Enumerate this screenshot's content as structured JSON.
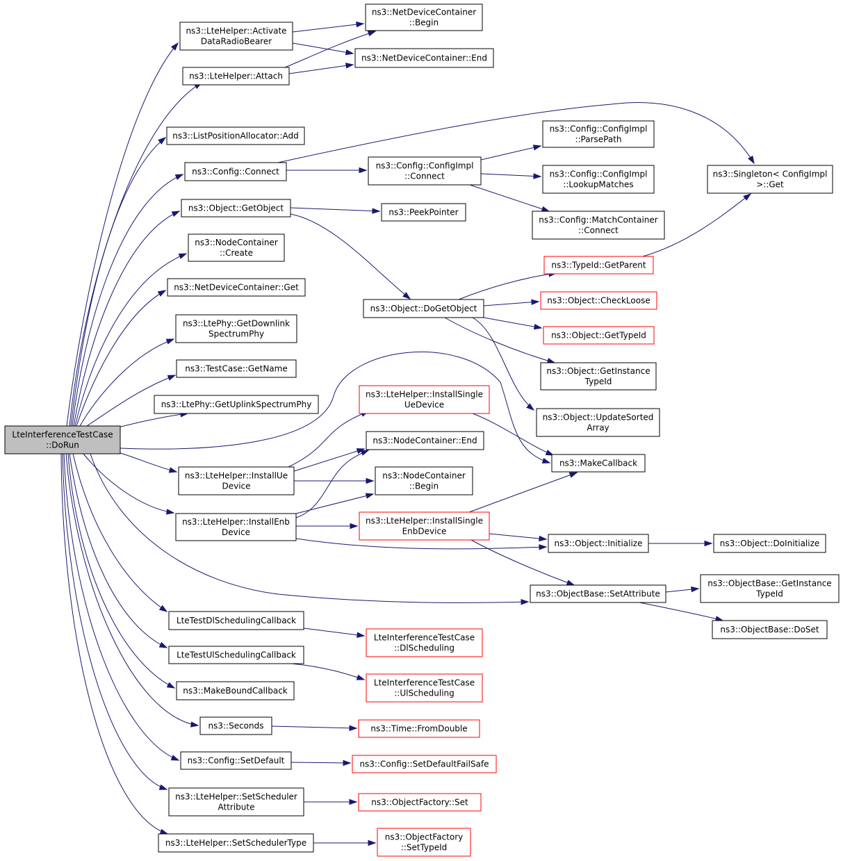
{
  "colors": {
    "edge": "#191970",
    "root_fill": "#bfbfbf",
    "normal_border": "#000000",
    "red_border": "#ff0000"
  },
  "nodes": [
    {
      "id": "root",
      "lines": [
        "LteInterferenceTestCase",
        "::DoRun"
      ],
      "style": "root"
    },
    {
      "id": "activate",
      "lines": [
        "ns3::LteHelper::Activate",
        "DataRadioBearer"
      ]
    },
    {
      "id": "attach",
      "lines": [
        "ns3::LteHelper::Attach"
      ]
    },
    {
      "id": "ndcbegin",
      "lines": [
        "ns3::NetDeviceContainer",
        "::Begin"
      ]
    },
    {
      "id": "ndcend",
      "lines": [
        "ns3::NetDeviceContainer::End"
      ]
    },
    {
      "id": "lpaadd",
      "lines": [
        "ns3::ListPositionAllocator::Add"
      ]
    },
    {
      "id": "cfgconnect",
      "lines": [
        "ns3::Config::Connect"
      ]
    },
    {
      "id": "cfgimplconnect",
      "lines": [
        "ns3::Config::ConfigImpl",
        "::Connect"
      ]
    },
    {
      "id": "parsepath",
      "lines": [
        "ns3::Config::ConfigImpl",
        "::ParsePath"
      ]
    },
    {
      "id": "lookupmatches",
      "lines": [
        "ns3::Config::ConfigImpl",
        "::LookupMatches"
      ]
    },
    {
      "id": "matchconnect",
      "lines": [
        "ns3::Config::MatchContainer",
        "::Connect"
      ]
    },
    {
      "id": "singleton",
      "lines": [
        "ns3::Singleton< ConfigImpl",
        ">::Get"
      ]
    },
    {
      "id": "getobject",
      "lines": [
        "ns3::Object::GetObject"
      ]
    },
    {
      "id": "peekpointer",
      "lines": [
        "ns3::PeekPointer"
      ]
    },
    {
      "id": "nccreate",
      "lines": [
        "ns3::NodeContainer",
        "::Create"
      ]
    },
    {
      "id": "ndcget",
      "lines": [
        "ns3::NetDeviceContainer::Get"
      ]
    },
    {
      "id": "getdownlink",
      "lines": [
        "ns3::LtePhy::GetDownlink",
        "SpectrumPhy"
      ]
    },
    {
      "id": "getname",
      "lines": [
        "ns3::TestCase::GetName"
      ]
    },
    {
      "id": "getuplink",
      "lines": [
        "ns3::LtePhy::GetUplinkSpectrumPhy"
      ]
    },
    {
      "id": "typeidparent",
      "lines": [
        "ns3::TypeId::GetParent"
      ],
      "style": "red"
    },
    {
      "id": "dogetobject",
      "lines": [
        "ns3::Object::DoGetObject"
      ]
    },
    {
      "id": "checkloose",
      "lines": [
        "ns3::Object::CheckLoose"
      ],
      "style": "red"
    },
    {
      "id": "gettypeid",
      "lines": [
        "ns3::Object::GetTypeId"
      ],
      "style": "red"
    },
    {
      "id": "getinsttypeid",
      "lines": [
        "ns3::Object::GetInstance",
        "TypeId"
      ]
    },
    {
      "id": "updatesorted",
      "lines": [
        "ns3::Object::UpdateSorted",
        "Array"
      ]
    },
    {
      "id": "installsingleue",
      "lines": [
        "ns3::LteHelper::InstallSingle",
        "UeDevice"
      ],
      "style": "red"
    },
    {
      "id": "ncend",
      "lines": [
        "ns3::NodeContainer::End"
      ]
    },
    {
      "id": "makecallback",
      "lines": [
        "ns3::MakeCallback"
      ]
    },
    {
      "id": "installue",
      "lines": [
        "ns3::LteHelper::InstallUe",
        "Device"
      ]
    },
    {
      "id": "ncbegin",
      "lines": [
        "ns3::NodeContainer",
        "::Begin"
      ]
    },
    {
      "id": "installenb",
      "lines": [
        "ns3::LteHelper::InstallEnb",
        "Device"
      ]
    },
    {
      "id": "installsingleenb",
      "lines": [
        "ns3::LteHelper::InstallSingle",
        "EnbDevice"
      ],
      "style": "red"
    },
    {
      "id": "objinit",
      "lines": [
        "ns3::Object::Initialize"
      ]
    },
    {
      "id": "doinit",
      "lines": [
        "ns3::Object::DoInitialize"
      ]
    },
    {
      "id": "setattr",
      "lines": [
        "ns3::ObjectBase::SetAttribute"
      ]
    },
    {
      "id": "obgetinst",
      "lines": [
        "ns3::ObjectBase::GetInstance",
        "TypeId"
      ]
    },
    {
      "id": "obdoset",
      "lines": [
        "ns3::ObjectBase::DoSet"
      ]
    },
    {
      "id": "dlcb",
      "lines": [
        "LteTestDlSchedulingCallback"
      ]
    },
    {
      "id": "dlsched",
      "lines": [
        "LteInterferenceTestCase",
        "::DlScheduling"
      ],
      "style": "red"
    },
    {
      "id": "ulcb",
      "lines": [
        "LteTestUlSchedulingCallback"
      ]
    },
    {
      "id": "ulsched",
      "lines": [
        "LteInterferenceTestCase",
        "::UlScheduling"
      ],
      "style": "red"
    },
    {
      "id": "makebound",
      "lines": [
        "ns3::MakeBoundCallback"
      ]
    },
    {
      "id": "seconds",
      "lines": [
        "ns3::Seconds"
      ]
    },
    {
      "id": "fromdouble",
      "lines": [
        "ns3::Time::FromDouble"
      ],
      "style": "red"
    },
    {
      "id": "setdefault",
      "lines": [
        "ns3::Config::SetDefault"
      ]
    },
    {
      "id": "setdefaultfs",
      "lines": [
        "ns3::Config::SetDefaultFailSafe"
      ],
      "style": "red"
    },
    {
      "id": "setschedattr",
      "lines": [
        "ns3::LteHelper::SetScheduler",
        "Attribute"
      ]
    },
    {
      "id": "ofset",
      "lines": [
        "ns3::ObjectFactory::Set"
      ],
      "style": "red"
    },
    {
      "id": "setschedtype",
      "lines": [
        "ns3::LteHelper::SetSchedulerType"
      ]
    },
    {
      "id": "ofsettypeid",
      "lines": [
        "ns3::ObjectFactory",
        "::SetTypeId"
      ],
      "style": "red"
    }
  ]
}
